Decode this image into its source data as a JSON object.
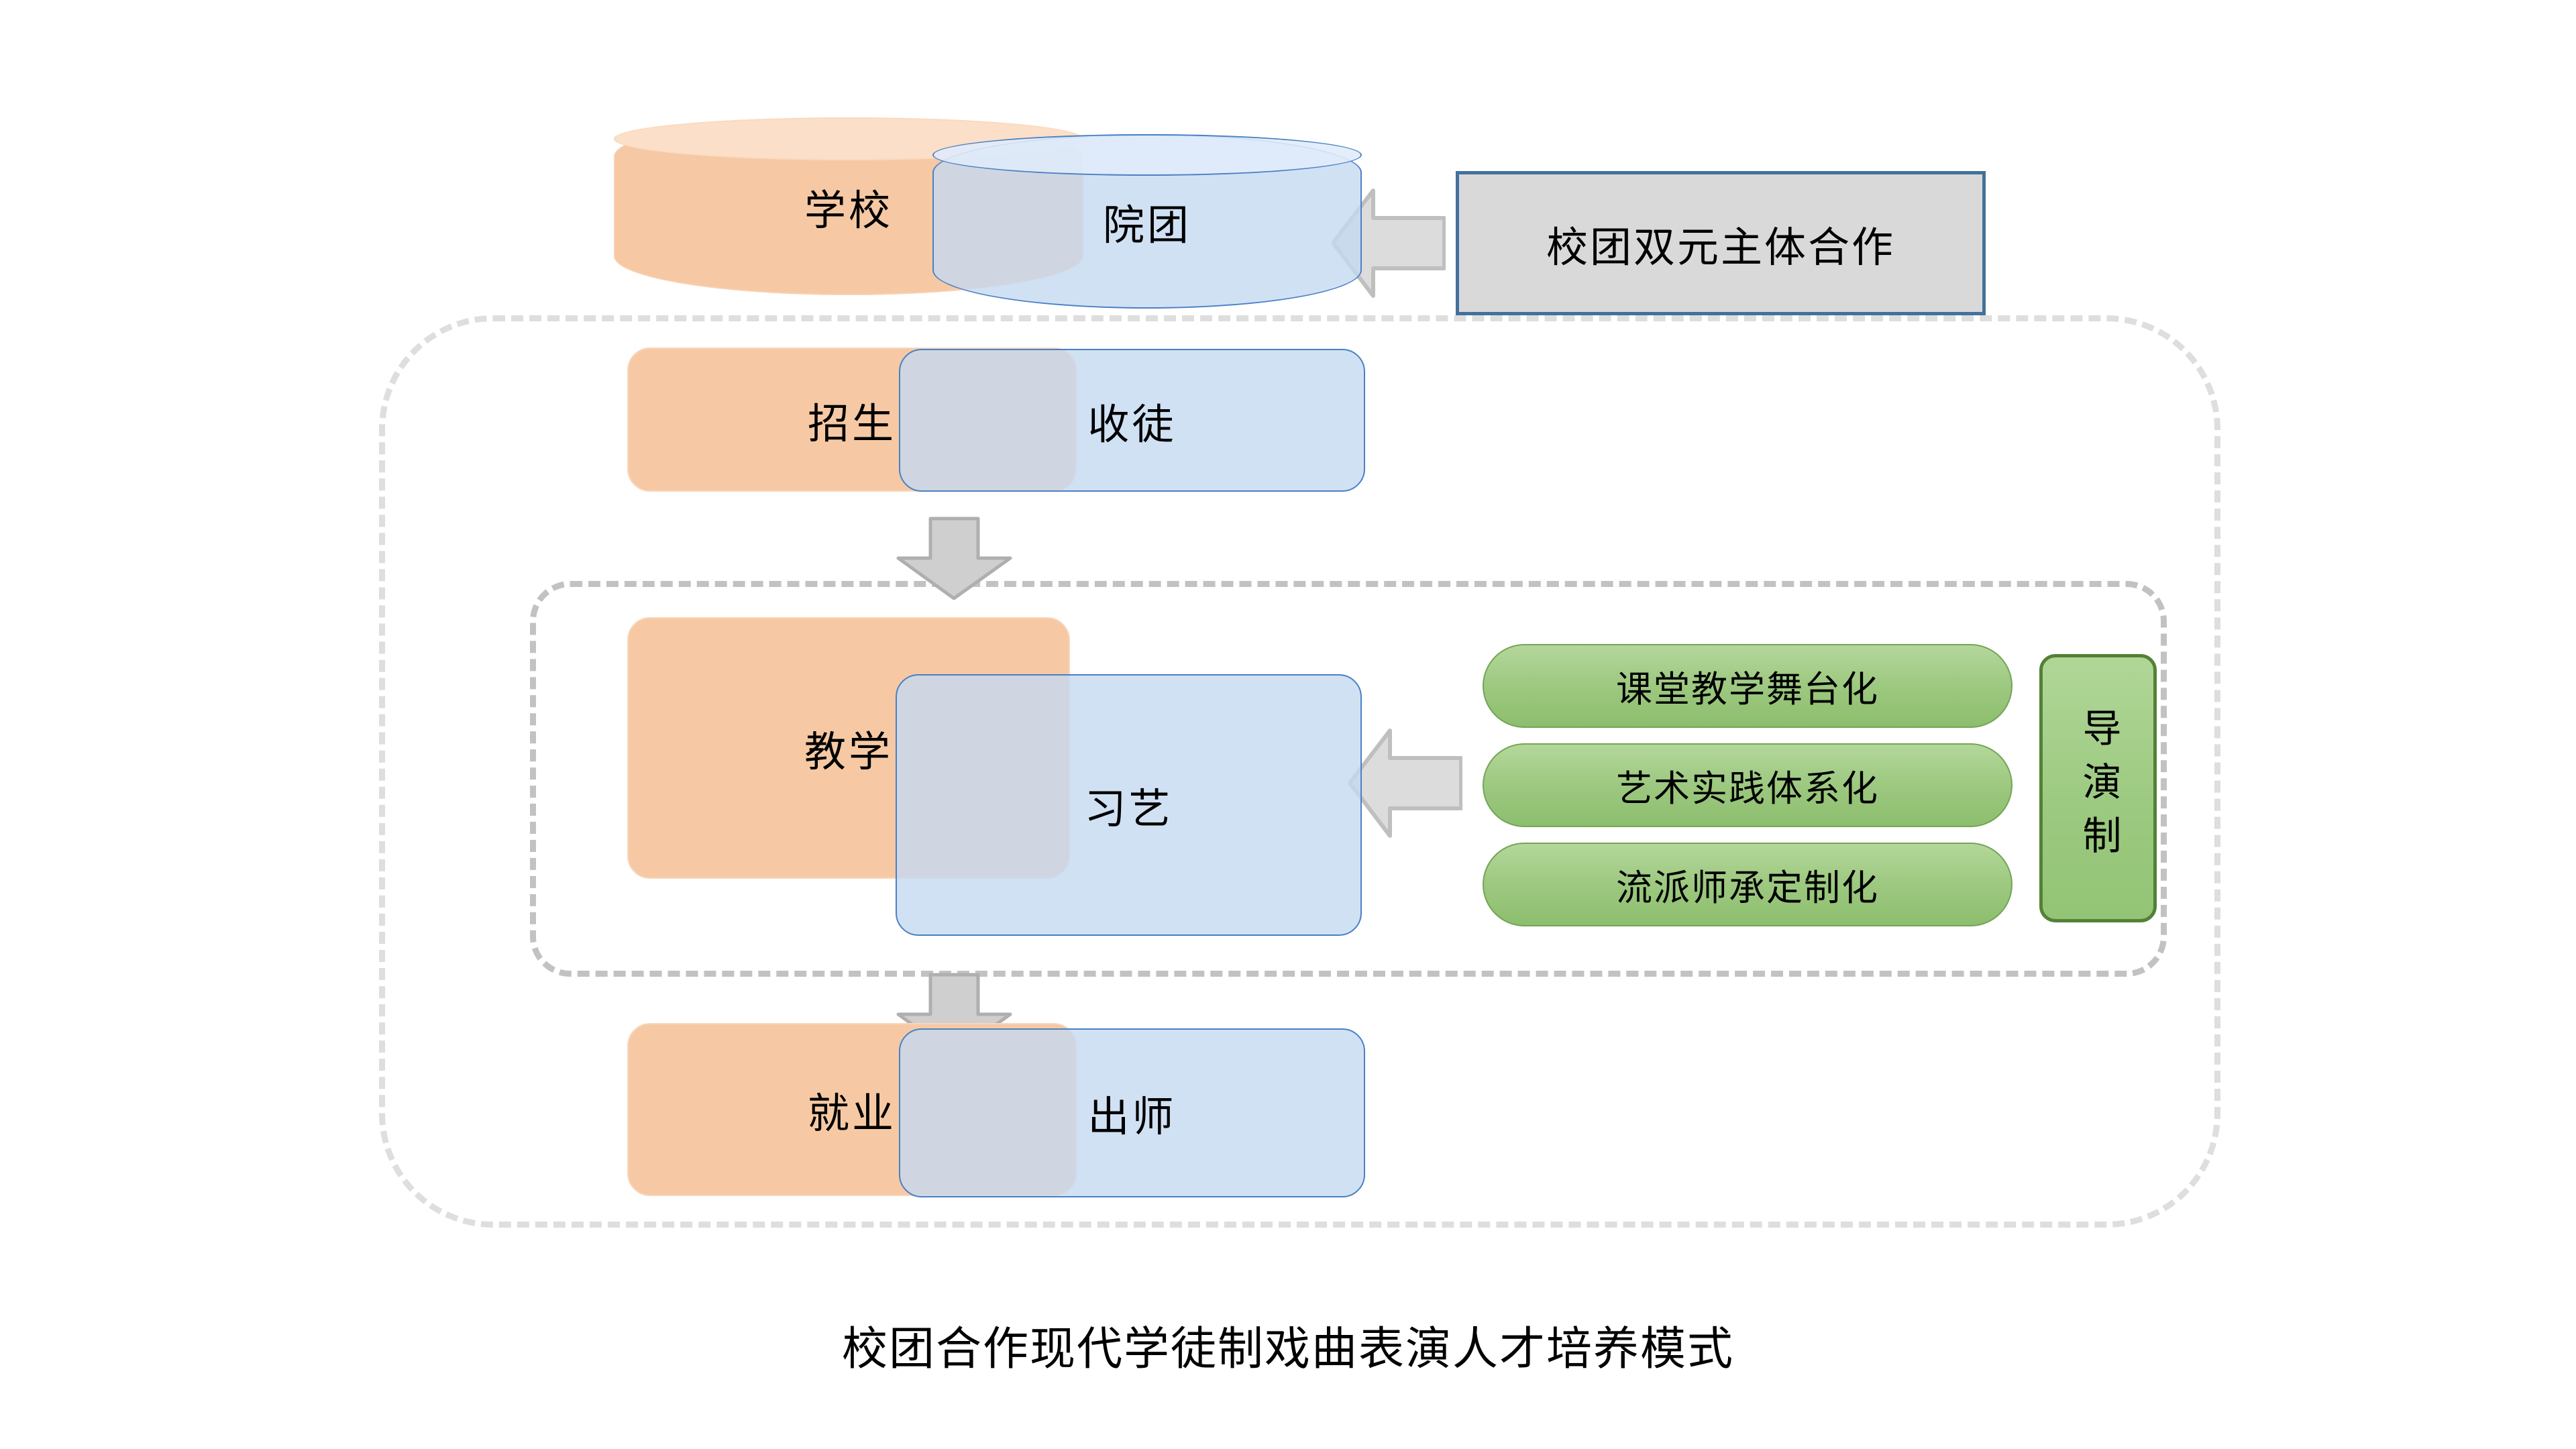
{
  "diagram": {
    "caption": "校团合作现代学徒制戏曲表演人才培养模式",
    "top_row": {
      "school_cylinder": "学校",
      "troupe_cylinder": "院团",
      "info_box": "校团双元主体合作"
    },
    "stages": [
      {
        "school_side": "招生",
        "troupe_side": "收徒"
      },
      {
        "school_side": "教学",
        "troupe_side": "习艺"
      },
      {
        "school_side": "就业",
        "troupe_side": "出师"
      }
    ],
    "teaching_methods": [
      "课堂教学舞台化",
      "艺术实践体系化",
      "流派师承定制化"
    ],
    "director_system": "导演制",
    "colors": {
      "school_orange": "#F6C9A4",
      "troupe_blue": "#C5DAF1",
      "troupe_blue_border": "#4A80C4",
      "method_green": "#9CC87F",
      "method_green_border": "#74A556",
      "director_green_border": "#538135",
      "info_box_fill": "#D9D9D9",
      "info_box_border": "#41719C",
      "arrow_fill": "#DCDCDC",
      "arrow_border": "#BFBFBF",
      "dashed_outer": "#DEDEDE",
      "dashed_inner": "#C2C2C2"
    }
  }
}
